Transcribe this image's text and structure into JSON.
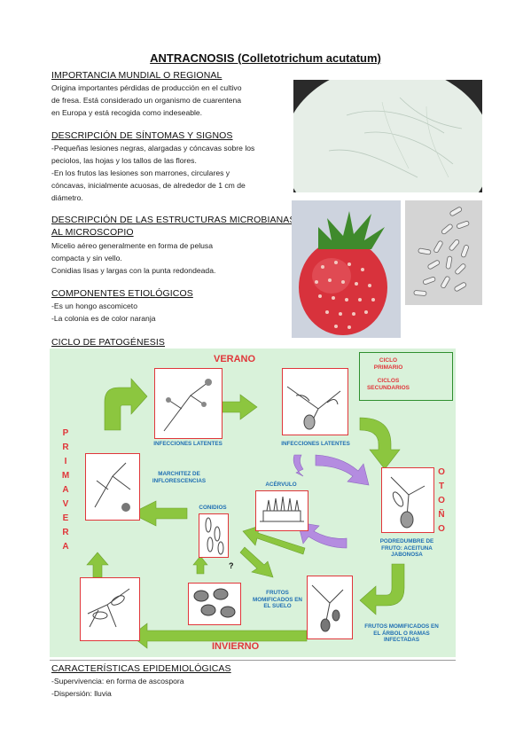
{
  "title": "ANTRACNOSIS (Colletotrichum acutatum)",
  "sections": {
    "importancia": {
      "heading": "IMPORTANCIA MUNDIAL O REGIONAL",
      "lines": [
        "Origina importantes pérdidas de producción en el cultivo",
        "de fresa. Está considerado un organismo de cuarentena",
        "en Europa y está recogida como indeseable."
      ]
    },
    "sintomas": {
      "heading": "DESCRIPCIÓN DE SÍNTOMAS Y SIGNOS",
      "lines": [
        "-Pequeñas lesiones negras, alargadas y cóncavas sobre los",
        "peciolos, las hojas y los tallos de las flores.",
        "-En los frutos las lesiones son marrones, circulares y",
        "cóncavas, inicialmente acuosas, de alrededor de 1 cm de",
        "diámetro."
      ]
    },
    "estructuras": {
      "heading_line1": "DESCRIPCIÓN DE LAS ESTRUCTURAS MICROBIANAS",
      "heading_line2": "AL MICROSCOPIO",
      "lines": [
        "Micelio aéreo generalmente en forma de pelusa",
        "compacta y sin vello.",
        "Conidias lisas y largas con la punta redondeada."
      ]
    },
    "componentes": {
      "heading": "COMPONENTES ETIOLÓGICOS",
      "lines": [
        "-Es un hongo ascomiceto",
        "-La colonia es de color naranja"
      ]
    },
    "ciclo": {
      "heading": "CICLO DE PATOGÉNESIS"
    },
    "epidemiologicas": {
      "heading": "CARACTERÍSTICAS EPIDEMIOLÓGICAS",
      "lines": [
        "-Supervivencia: en forma de ascospora",
        "-Dispersión: lluvia"
      ]
    }
  },
  "diagram": {
    "seasons": {
      "verano": "VERANO",
      "invierno": "INVIERNO",
      "primavera": [
        "P",
        "R",
        "I",
        "M",
        "A",
        "V",
        "E",
        "R",
        "A"
      ],
      "otono": [
        "O",
        "T",
        "O",
        "Ñ",
        "O"
      ]
    },
    "legend": {
      "primario_1": "CICLO",
      "primario_2": "PRIMARIO",
      "secundarios_1": "CICLOS",
      "secundarios_2": "SECUNDARIOS"
    },
    "labels": {
      "infecciones_1": "INFECCIONES LATENTES",
      "infecciones_2": "INFECCIONES LATENTES",
      "marchitez_1": "MARCHITEZ DE",
      "marchitez_2": "INFLORESCENCIAS",
      "acervulo": "ACÉRVULO",
      "conidios": "CONIDIOS",
      "question": "?",
      "podredumbre_1": "PODREDUMBRE DE",
      "podredumbre_2": "FRUTO: ACEITUNA",
      "podredumbre_3": "JABONOSA",
      "frutos_suelo_1": "FRUTOS",
      "frutos_suelo_2": "MOMIFICADOS EN",
      "frutos_suelo_3": "EL SUELO",
      "frutos_arbol_1": "FRUTOS MOMIFICADOS EN",
      "frutos_arbol_2": "EL ÁRBOL O RAMAS",
      "frutos_arbol_3": "INFECTADAS"
    },
    "colors": {
      "primary_arrow": "#8cc63f",
      "secondary_arrow": "#b48ce0",
      "season": "#e0363a",
      "label": "#1f6fb3",
      "background": "#d9f2da"
    }
  }
}
